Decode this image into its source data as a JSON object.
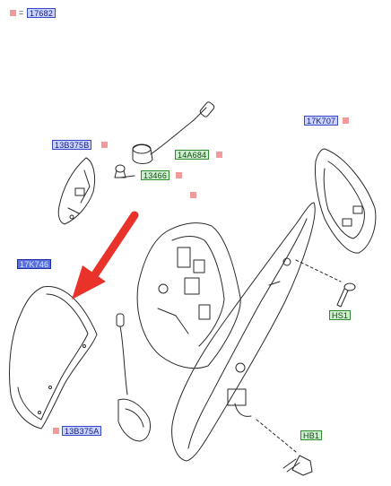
{
  "header": {
    "symbol": "=",
    "code": "17682"
  },
  "callouts": {
    "mirror_base_cover": "17K707",
    "motor_bracket": "13B375B",
    "harness_connector": "14A684",
    "bulb_socket": "13466",
    "mirror_cap": "17K746",
    "lamp_harness": "13B375A",
    "screw_top": "HS1",
    "bolt_bottom": "HB1"
  },
  "colors": {
    "marker": "#f29a9a",
    "arrow": "#e8322a",
    "callout_blue": "#c9d3ff",
    "callout_green": "#cfeecf",
    "callout_selected": "#5a72e0",
    "line": "#2a2a2a"
  }
}
